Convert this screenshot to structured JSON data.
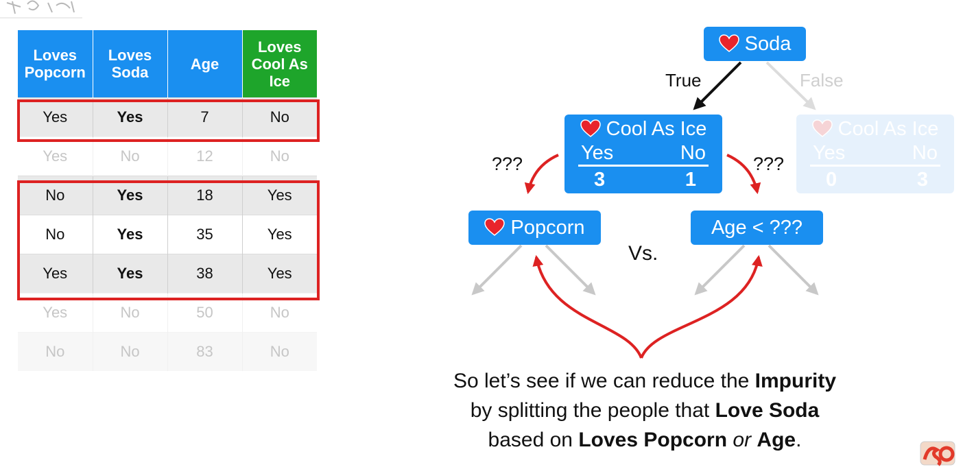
{
  "table": {
    "headers": [
      {
        "line1": "Loves",
        "line2": "Popcorn",
        "line3": ""
      },
      {
        "line1": "Loves",
        "line2": "Soda",
        "line3": ""
      },
      {
        "line1": "Age",
        "line2": "",
        "line3": ""
      },
      {
        "line1": "Loves",
        "line2": "Cool As",
        "line3": "Ice"
      }
    ],
    "rows": [
      {
        "cells": [
          "Yes",
          "Yes",
          "7",
          "No"
        ],
        "highlighted": true
      },
      {
        "cells": [
          "Yes",
          "No",
          "12",
          "No"
        ],
        "highlighted": false
      },
      {
        "cells": [
          "No",
          "Yes",
          "18",
          "Yes"
        ],
        "highlighted": true
      },
      {
        "cells": [
          "No",
          "Yes",
          "35",
          "Yes"
        ],
        "highlighted": true
      },
      {
        "cells": [
          "Yes",
          "Yes",
          "38",
          "Yes"
        ],
        "highlighted": true
      },
      {
        "cells": [
          "Yes",
          "No",
          "50",
          "No"
        ],
        "highlighted": false
      },
      {
        "cells": [
          "No",
          "No",
          "83",
          "No"
        ],
        "highlighted": false
      }
    ]
  },
  "tree": {
    "root": {
      "label": "Soda"
    },
    "edge_true": "True",
    "edge_false": "False",
    "left_leaf": {
      "label": "Cool As Ice",
      "col_yes": "Yes",
      "col_no": "No",
      "count_yes": "3",
      "count_no": "1"
    },
    "right_leaf": {
      "label": "Cool As Ice",
      "col_yes": "Yes",
      "col_no": "No",
      "count_yes": "0",
      "count_no": "3"
    },
    "question_left": "???",
    "question_right": "???",
    "candidate_popcorn": "Popcorn",
    "candidate_age": "Age < ???",
    "versus": "Vs."
  },
  "caption": {
    "l1_a": "So let’s see if we can reduce the ",
    "l1_b": "Impurity",
    "l2_a": "by splitting the people that ",
    "l2_b": "Love Soda",
    "l3_a": "based on ",
    "l3_b": "Loves Popcorn",
    "l3_c": " or ",
    "l3_d": "Age",
    "l3_e": "."
  },
  "colors": {
    "node_blue": "#1a8ff0",
    "target_green": "#1ea52b",
    "highlight_red": "#dd2222",
    "arrow_gray": "#c8c8c8"
  }
}
